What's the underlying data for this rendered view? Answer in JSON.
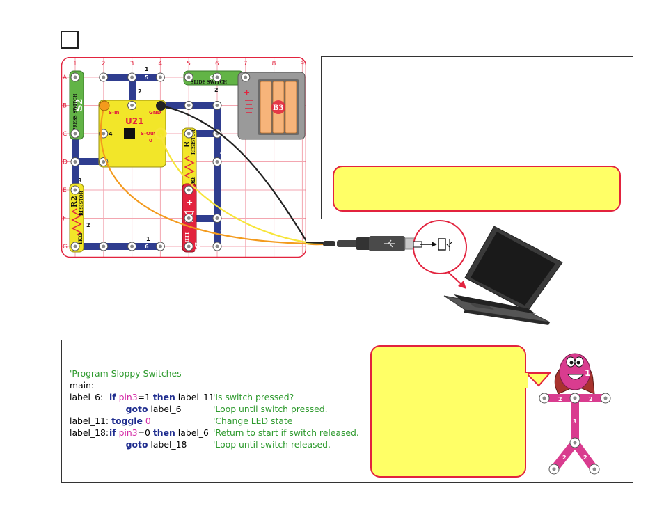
{
  "grid": {
    "columns": [
      "1",
      "2",
      "3",
      "4",
      "5",
      "6",
      "7",
      "8",
      "9"
    ],
    "rows": [
      "A",
      "B",
      "C",
      "D",
      "E",
      "F",
      "G"
    ]
  },
  "components": {
    "s2": {
      "id": "S2",
      "name": "PRESS SWITCH"
    },
    "s1": {
      "id": "S1",
      "name": "SLIDE SWITCH"
    },
    "b3": {
      "id": "B3"
    },
    "u21": {
      "id": "U21",
      "pin_in": "S-In",
      "pin_gnd": "GND",
      "pin_out": "S-Out",
      "pin_num": "0"
    },
    "r2": {
      "id": "R2",
      "name": "RESISTOR",
      "value": "1KΩ"
    },
    "r1": {
      "id": "R",
      "name": "RESISTOR",
      "value": "100Ω"
    },
    "d1": {
      "id": "D1",
      "name": "LED"
    },
    "battery_sign": "+"
  },
  "snap_labels": {
    "row_a_top": "1",
    "row_a_mid": "5",
    "col3_vert": "2",
    "c4": "4",
    "row_g_mid": "6",
    "row_g_top": "1",
    "r2_top": "3",
    "r2_bottom": "2",
    "c6_vert": "3",
    "c7_a": "2",
    "d_vertical": "4"
  },
  "code": {
    "lines": [
      {
        "type": "comment",
        "text": "'Program Sloppy Switches"
      },
      {
        "type": "plain",
        "text": "main:"
      },
      {
        "label": "label_6:",
        "kw1": "if",
        "var": "pin3",
        "op": "=1",
        "kw2": "then",
        "target": "label_11",
        "comment": "'Is switch pressed?"
      },
      {
        "label": "",
        "kw1": "goto",
        "target": "label_6",
        "comment": "'Loop until switch pressed."
      },
      {
        "label": "label_11:",
        "kw1": "toggle",
        "num": "0",
        "comment": "'Change LED state"
      },
      {
        "label": "label_18:",
        "kw1": "if",
        "var": "pin3",
        "op": "=0",
        "kw2": "then",
        "target": "label_6",
        "comment": "'Return to start if switch released."
      },
      {
        "label": "",
        "kw1": "goto",
        "target": "label_18",
        "comment": "'Loop until switch released."
      }
    ]
  },
  "mascot": {
    "shirt_number": "1",
    "arm_labels": [
      "2",
      "2"
    ],
    "leg_labels": [
      "3",
      "2",
      "2"
    ]
  },
  "colors": {
    "grid_line": "#e2233e",
    "snap_wire": "#2f3d8f",
    "switch_green": "#62b446",
    "module_yellow": "#f2e629",
    "led_red": "#e2233e",
    "note_yellow": "#ffff66",
    "battery_orange": "#f7b47a",
    "wire_orange": "#f39a1d",
    "wire_yellow": "#f7e53a",
    "mascot_pink": "#d93c8f"
  }
}
